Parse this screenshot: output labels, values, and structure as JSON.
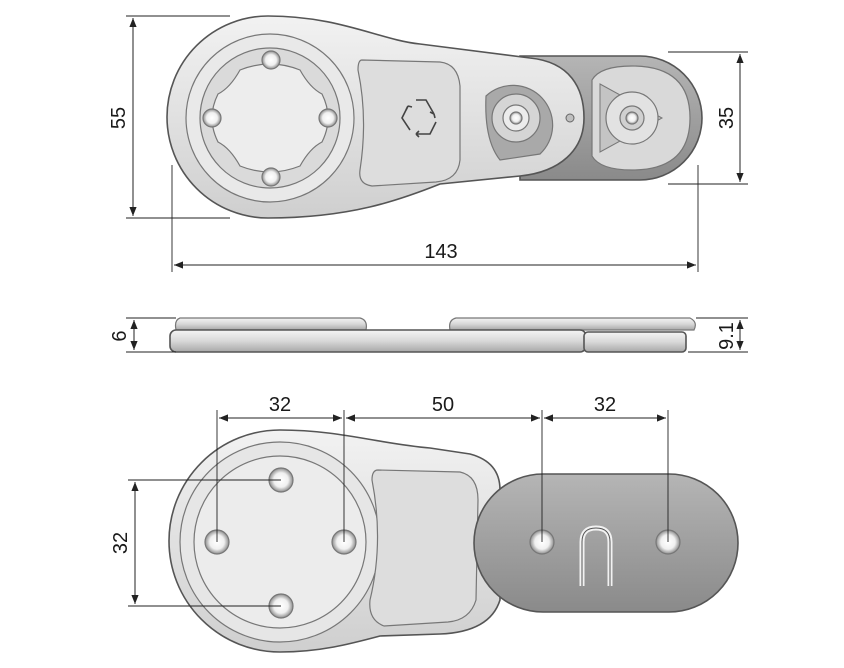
{
  "dimensions": {
    "overall_height": "55",
    "overall_length": "143",
    "small_plate_height": "35",
    "thickness_left": "6",
    "thickness_right": "9.1",
    "bottom_spacing_1": "32",
    "bottom_spacing_2": "50",
    "bottom_spacing_3": "32",
    "bottom_vertical": "32"
  },
  "icons": {
    "recycle": "recycle-icon"
  },
  "colors": {
    "part_fill": "#e4e4e4",
    "part_shade": "#c9c9c9",
    "dark_plate": "#9a9a9a",
    "line": "#222222"
  }
}
